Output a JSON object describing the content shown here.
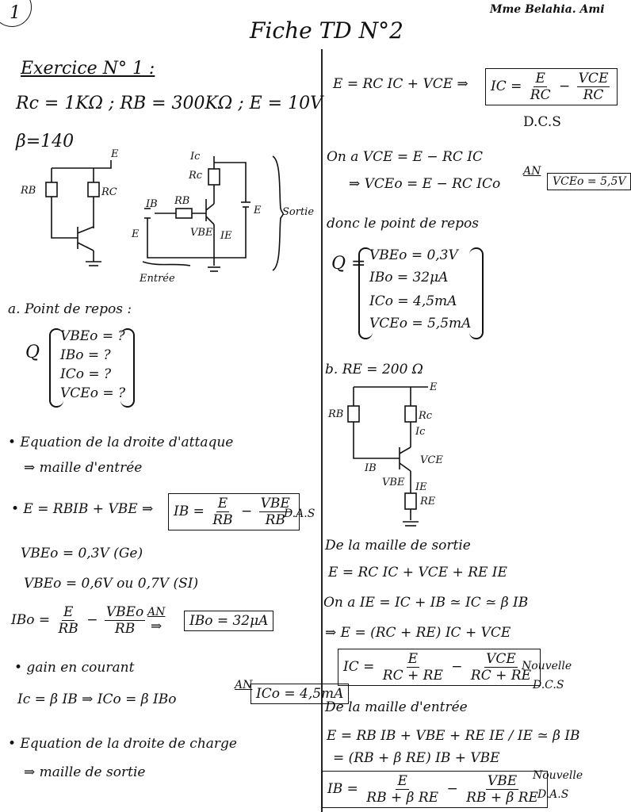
{
  "header": {
    "page_number": "1",
    "author": "Mme Belahia. Ami",
    "title": "Fiche TD N°2"
  },
  "left": {
    "exercise_title": "Exercice N° 1 :",
    "given_line": "Rc = 1KΩ ; RB = 300KΩ ; E = 10V",
    "beta": "β=140",
    "fig1": {
      "rb": "RB",
      "rc": "RC",
      "e": "E"
    },
    "fig2": {
      "ic": "Ic",
      "rc": "Rc",
      "ib": "IB",
      "rb": "RB",
      "e_out": "E",
      "e_in": "E",
      "vbe": "VBE",
      "ie": "IE",
      "sortie": "Sortie",
      "entree": "Entrée"
    },
    "a_title": "a. Point de repos :",
    "q_symbol": "Q",
    "q_items": [
      "VBEo = ?",
      "IBo = ?",
      "ICo = ?",
      "VCEo = ?"
    ],
    "eq_attack_title": "• Equation de la droite d'attaque",
    "eq_attack_sub": "⇒ maille d'entrée",
    "eq_line_lhs": "• E = RBIB + VBE ⇒",
    "ib_box": {
      "lhs": "IB =",
      "n1": "E",
      "d1": "RB",
      "minus": "−",
      "n2": "VBE",
      "d2": "RB"
    },
    "das": "D.A.S",
    "vbe_ge": "VBEo = 0,3V (Ge)",
    "vbe_si": "VBEo = 0,6V ou 0,7V (SI)",
    "ibo": {
      "lhs": "IBo =",
      "n1": "E",
      "d1": "RB",
      "minus": "−",
      "n2": "VBEo",
      "d2": "RB",
      "an": "AN",
      "arrow": "⇒",
      "result": "IBo = 32μA"
    },
    "gain_title": "• gain en courant",
    "gain_line": "Ic = β IB  ⇒  ICo = β IBo",
    "gain_an": "AN",
    "gain_result": "ICo = 4,5mA",
    "eq_charge_title": "• Equation de la droite de charge",
    "eq_charge_sub": "⇒ maille de sortie"
  },
  "right": {
    "e_eq": "E = RC IC + VCE ⇒",
    "ic_box": {
      "lhs": "IC =",
      "n1": "E",
      "d1": "RC",
      "minus": "−",
      "n2": "VCE",
      "d2": "RC"
    },
    "dcs": "D.C.S",
    "on_a_1": "On a  VCE = E − RC IC",
    "vceo_line": "⇒  VCEo = E − RC ICo",
    "an": "AN",
    "vceo_result": "VCEo = 5,5V",
    "donc": "donc le point de repos",
    "q_symbol": "Q =",
    "q_values": [
      "VBEo = 0,3V",
      "IBo = 32μA",
      "ICo = 4,5mA",
      "VCEo = 5,5mA"
    ],
    "b_title": "b. RE = 200 Ω",
    "fig3": {
      "e": "E",
      "rb": "RB",
      "rc": "Rc",
      "ic": "Ic",
      "ib": "IB",
      "vce": "VCE",
      "vbe": "VBE",
      "ie": "IE",
      "re": "RE"
    },
    "maille_sortie": "De la maille de sortie",
    "eq1": "E = RC IC + VCE + RE IE",
    "eq2": "On a  IE = IC + IB ≃ IC ≃ β IB",
    "eq3": "⇒ E = (RC + RE) IC + VCE",
    "ic2_box": {
      "lhs": "IC =",
      "n1": "E",
      "d1": "RC + RE",
      "minus": "−",
      "n2": "VCE",
      "d2": "RC + RE"
    },
    "nouvelle_dcs": [
      "Nouvelle",
      "D.C.S"
    ],
    "maille_entree": "De la maille d'entrée",
    "eq4": "E = RB IB + VBE + RE IE / IE ≃ β IB",
    "eq5": "= (RB + β RE) IB + VBE",
    "ib2_box": {
      "lhs": "IB =",
      "n1": "E",
      "d1": "RB + β RE",
      "minus": "−",
      "n2": "VBE",
      "d2": "RB + β RE"
    },
    "nouvelle_das": [
      "Nouvelle",
      "D.A.S"
    ]
  }
}
